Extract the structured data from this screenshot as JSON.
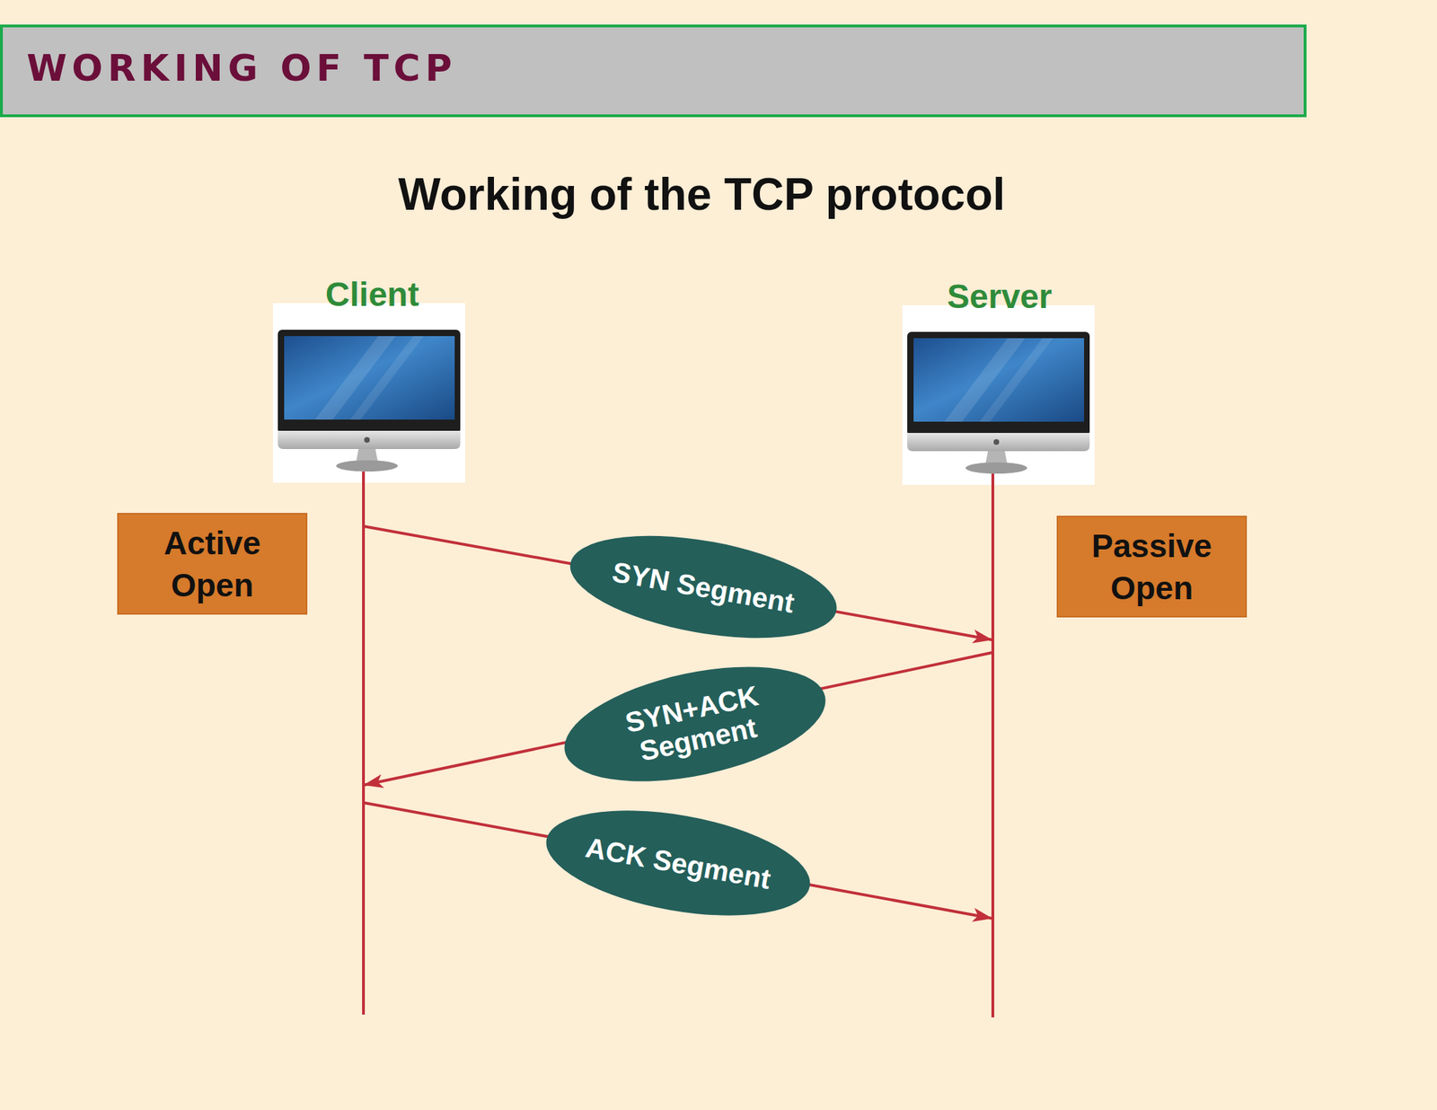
{
  "diagram": {
    "title": "Working of the TCP protocol",
    "nodes": [
      {
        "text": [
          "WORKING OF TCP"
        ]
      },
      {
        "text": [
          "Client"
        ]
      },
      {
        "text": [
          "Server"
        ]
      },
      {
        "text": [
          "Active Open"
        ]
      },
      {
        "text": [
          "Passive Open"
        ]
      },
      {
        "text": [
          "SYN Segment"
        ]
      },
      {
        "text": [
          "SYN+ACK Segment"
        ]
      },
      {
        "text": [
          "ACK Segment"
        ]
      }
    ],
    "edges": [
      {
        "from": 1,
        "to": 2,
        "arrow": "to"
      },
      {
        "from": 2,
        "to": 1,
        "arrow": "to"
      },
      {
        "from": 1,
        "to": 2,
        "arrow": "to"
      }
    ]
  }
}
